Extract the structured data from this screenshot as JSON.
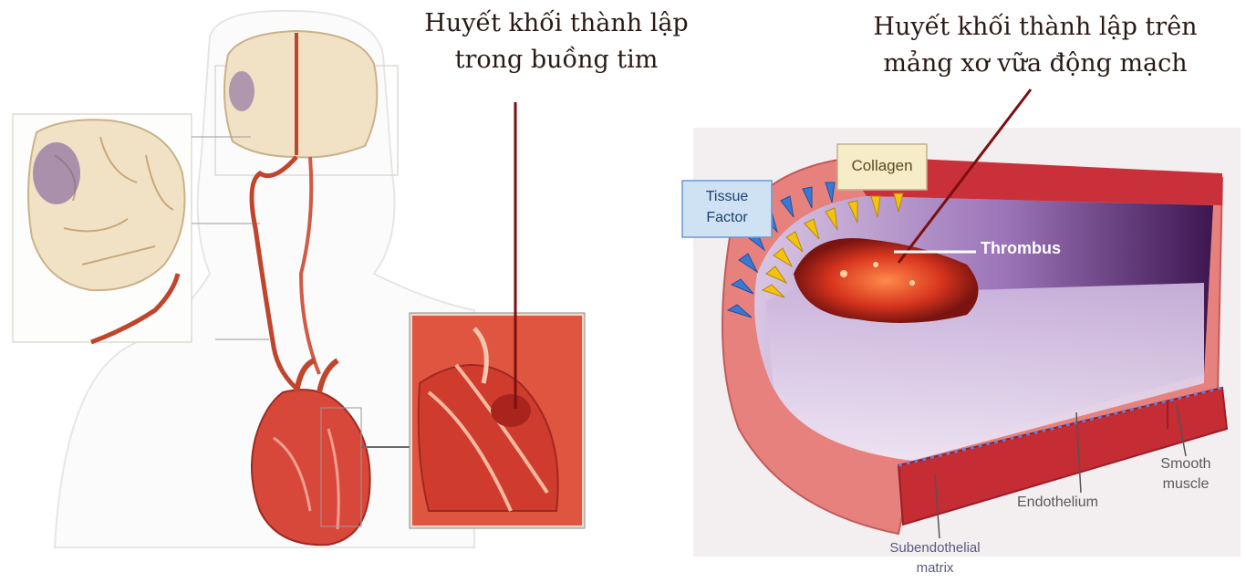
{
  "left_panel": {
    "caption_line1": "Huyết khối thành lập",
    "caption_line2": "trong buồng tim"
  },
  "right_panel": {
    "caption_line1": "Huyết khối thành lập trên",
    "caption_line2": "mảng xơ vữa động mạch",
    "labels": {
      "collagen": "Collagen",
      "tissue_factor_line1": "Tissue",
      "tissue_factor_line2": "Factor",
      "thrombus": "Thrombus",
      "smooth_muscle_line1": "Smooth",
      "smooth_muscle_line2": "muscle",
      "endothelium": "Endothelium",
      "subendothelial_line1": "Subendothelial",
      "subendothelial_line2": "matrix"
    }
  },
  "colors": {
    "artery_red": "#c8323a",
    "lumen_purple": "#5a2a6e",
    "wall_pink": "#e98a86",
    "arrow_blue": "#3a78d6",
    "arrow_yellow": "#f1c40f",
    "pointer_line": "#7a1010"
  }
}
